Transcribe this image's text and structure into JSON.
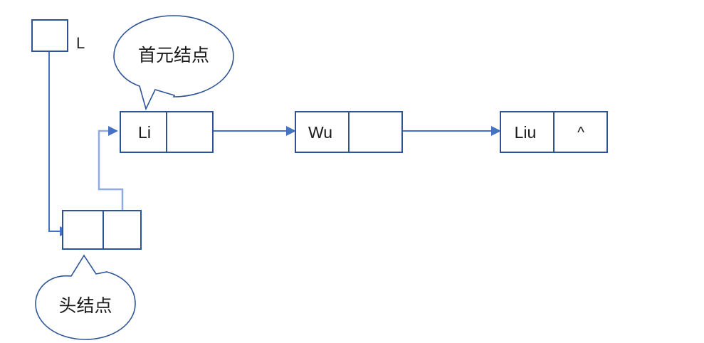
{
  "diagram": {
    "title": "Linked list with head node diagram",
    "colors": {
      "box_border": "#2E5496",
      "connector": "#4472C4",
      "connector_light": "#8FAADC",
      "bubble_border": "#2E5496",
      "background": "#ffffff",
      "text": "#1a1a1a"
    },
    "pointer_variable": {
      "label": "L"
    },
    "head_node": {
      "data_value": "",
      "next_value": ""
    },
    "nodes": [
      {
        "data": "Li",
        "next": ""
      },
      {
        "data": "Wu",
        "next": ""
      },
      {
        "data": "Liu",
        "next": "^"
      }
    ],
    "annotations": [
      {
        "text": "首元结点",
        "target": "first-element-node"
      },
      {
        "text": "头结点",
        "target": "head-node"
      }
    ]
  }
}
